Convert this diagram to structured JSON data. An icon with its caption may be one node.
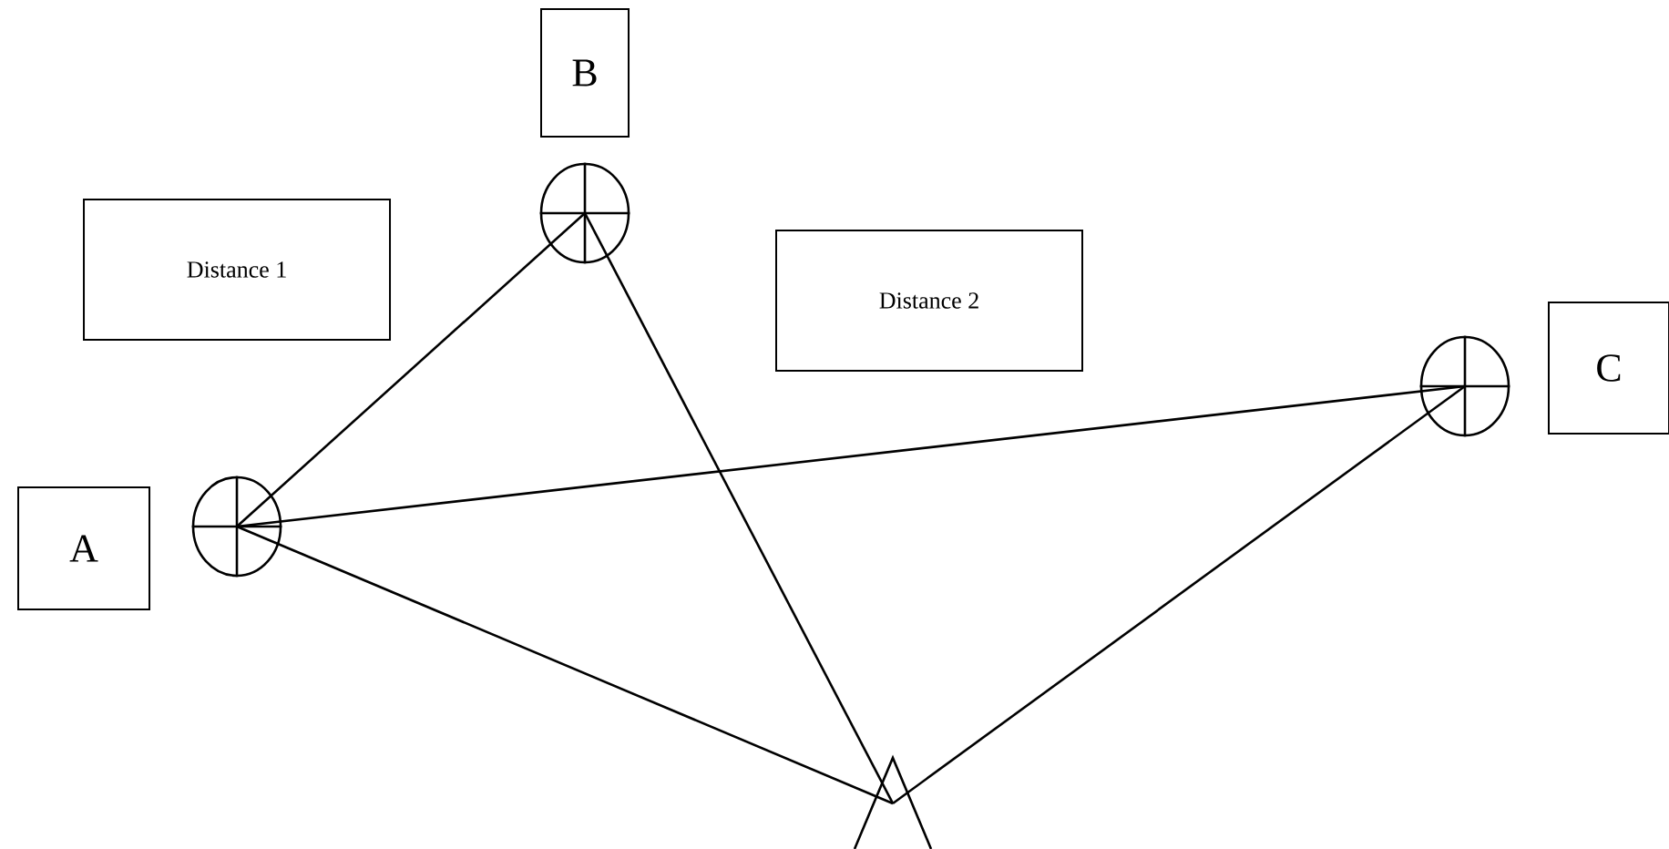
{
  "diagram": {
    "nodes": [
      {
        "text": [
          "B"
        ]
      },
      {
        "text": [
          "Distance 1"
        ]
      },
      {
        "text": [],
        "shape": "circle"
      },
      {
        "text": [
          "Distance 2"
        ]
      },
      {
        "text": [],
        "shape": "circle"
      },
      {
        "text": [
          "C"
        ]
      },
      {
        "text": [],
        "shape": "circle"
      },
      {
        "text": [
          "A"
        ]
      },
      {
        "text": [],
        "shape": "triangle"
      }
    ],
    "edges": [
      {
        "from": 6,
        "to": 2,
        "arrow": "none"
      },
      {
        "from": 6,
        "to": 4,
        "arrow": "none"
      },
      {
        "from": 6,
        "to": 8,
        "arrow": "none"
      },
      {
        "from": 2,
        "to": 8,
        "arrow": "none"
      },
      {
        "from": 4,
        "to": 8,
        "arrow": "none"
      }
    ]
  }
}
